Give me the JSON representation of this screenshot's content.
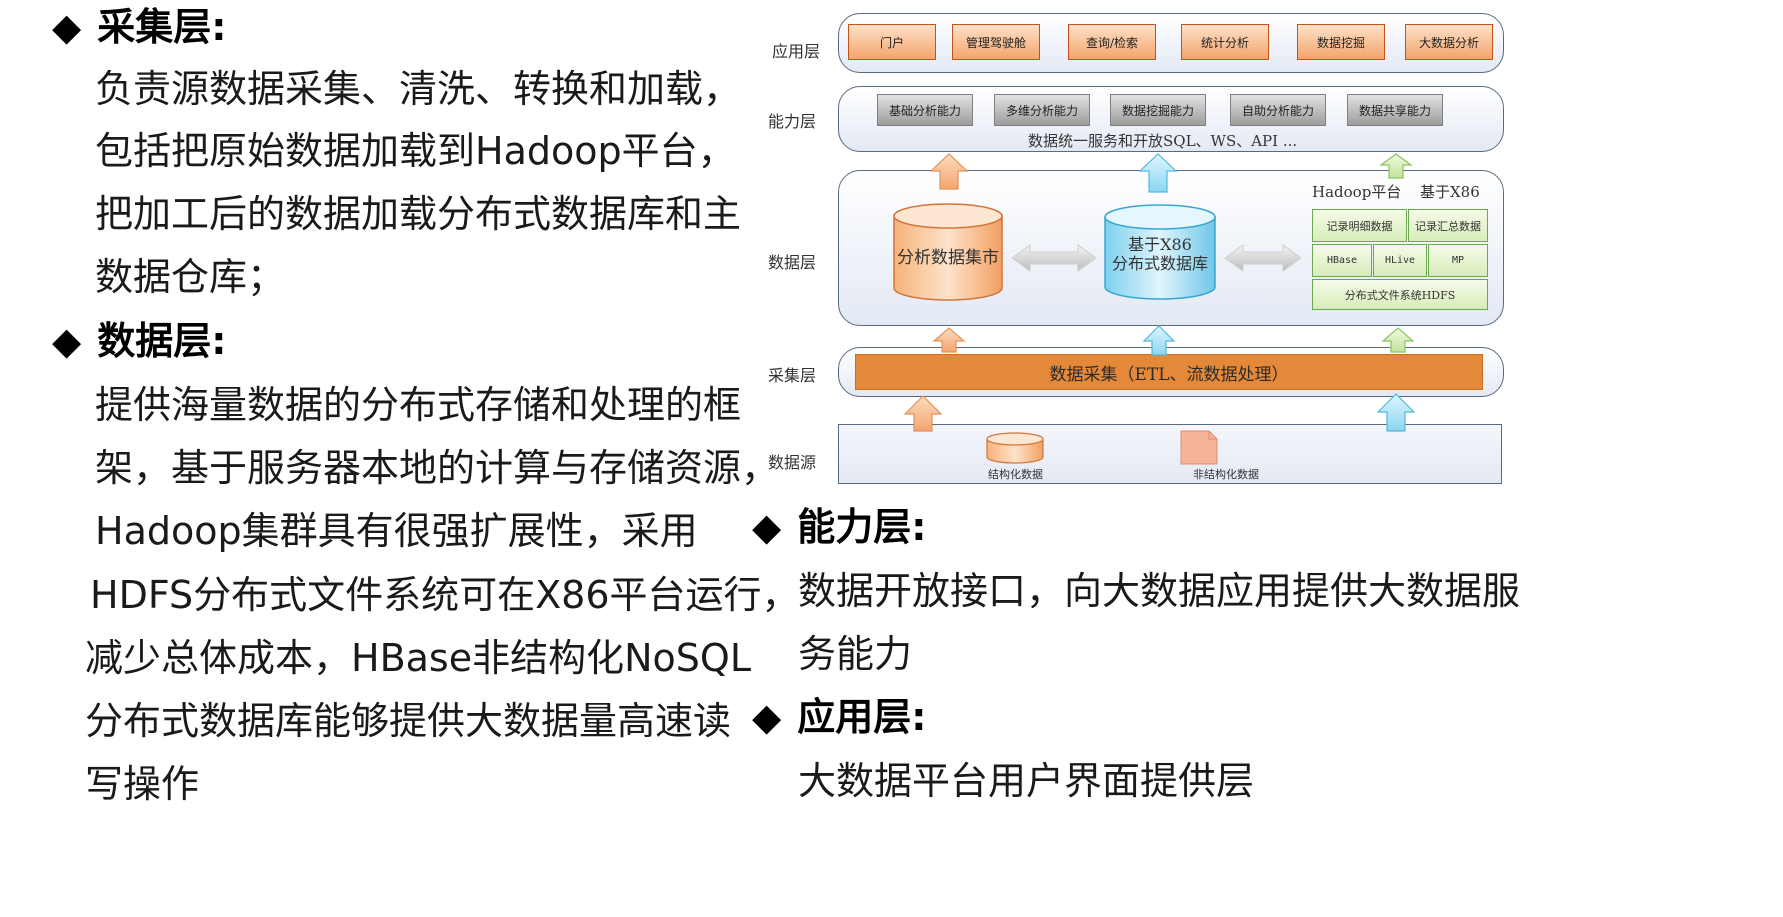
{
  "left": {
    "collect": {
      "heading": "采集层:",
      "lines": [
        "负责源数据采集、清洗、转换和加载，",
        "包括把原始数据加载到Hadoop平台，",
        "把加工后的数据加载分布式数据库和主",
        "数据仓库；"
      ]
    },
    "data": {
      "heading": "数据层:",
      "lines": [
        "提供海量数据的分布式存储和处理的框",
        "架，基于服务器本地的计算与存储资源，",
        "Hadoop集群具有很强扩展性，采用",
        "HDFS分布式文件系统可在X86平台运行，",
        "减少总体成本，HBase非结构化NoSQL",
        "分布式数据库能够提供大数据量高速读",
        "写操作"
      ]
    }
  },
  "right": {
    "capability": {
      "heading": "能力层:",
      "lines": [
        "数据开放接口，向大数据应用提供大数据服",
        "务能力"
      ]
    },
    "application": {
      "heading": "应用层:",
      "lines": [
        "大数据平台用户界面提供层"
      ]
    }
  },
  "bullet": "◆",
  "diagram": {
    "layers": {
      "app": "应用层",
      "capability": "能力层",
      "data": "数据层",
      "collect": "采集层",
      "source": "数据源"
    },
    "app_boxes": [
      "门户",
      "管理驾驶舱",
      "查询/检索",
      "统计分析",
      "数据挖掘",
      "大数据分析"
    ],
    "capability_boxes": [
      "基础分析能力",
      "多维分析能力",
      "数据挖掘能力",
      "自助分析能力",
      "数据共享能力"
    ],
    "capability_text": "数据统一服务和开放SQL、WS、API ...",
    "data_layer": {
      "hadoop_label": "Hadoop平台",
      "x86_label": "基于X86",
      "mart": "分析数据集市",
      "db_line1": "基于X86",
      "db_line2": "分布式数据库",
      "hadoop_cells": [
        "记录明细数据",
        "记录汇总数据",
        "HBase",
        "HLive",
        "MP",
        "分布式文件系统HDFS"
      ]
    },
    "collect_bar": "数据采集（ETL、流数据处理）",
    "source": {
      "structured": "结构化数据",
      "unstructured": "非结构化数据"
    },
    "colors": {
      "orange": "#f5a36c",
      "blue": "#8fd7f0",
      "green": "#c6e5a3",
      "etl": "#e4893a"
    }
  }
}
